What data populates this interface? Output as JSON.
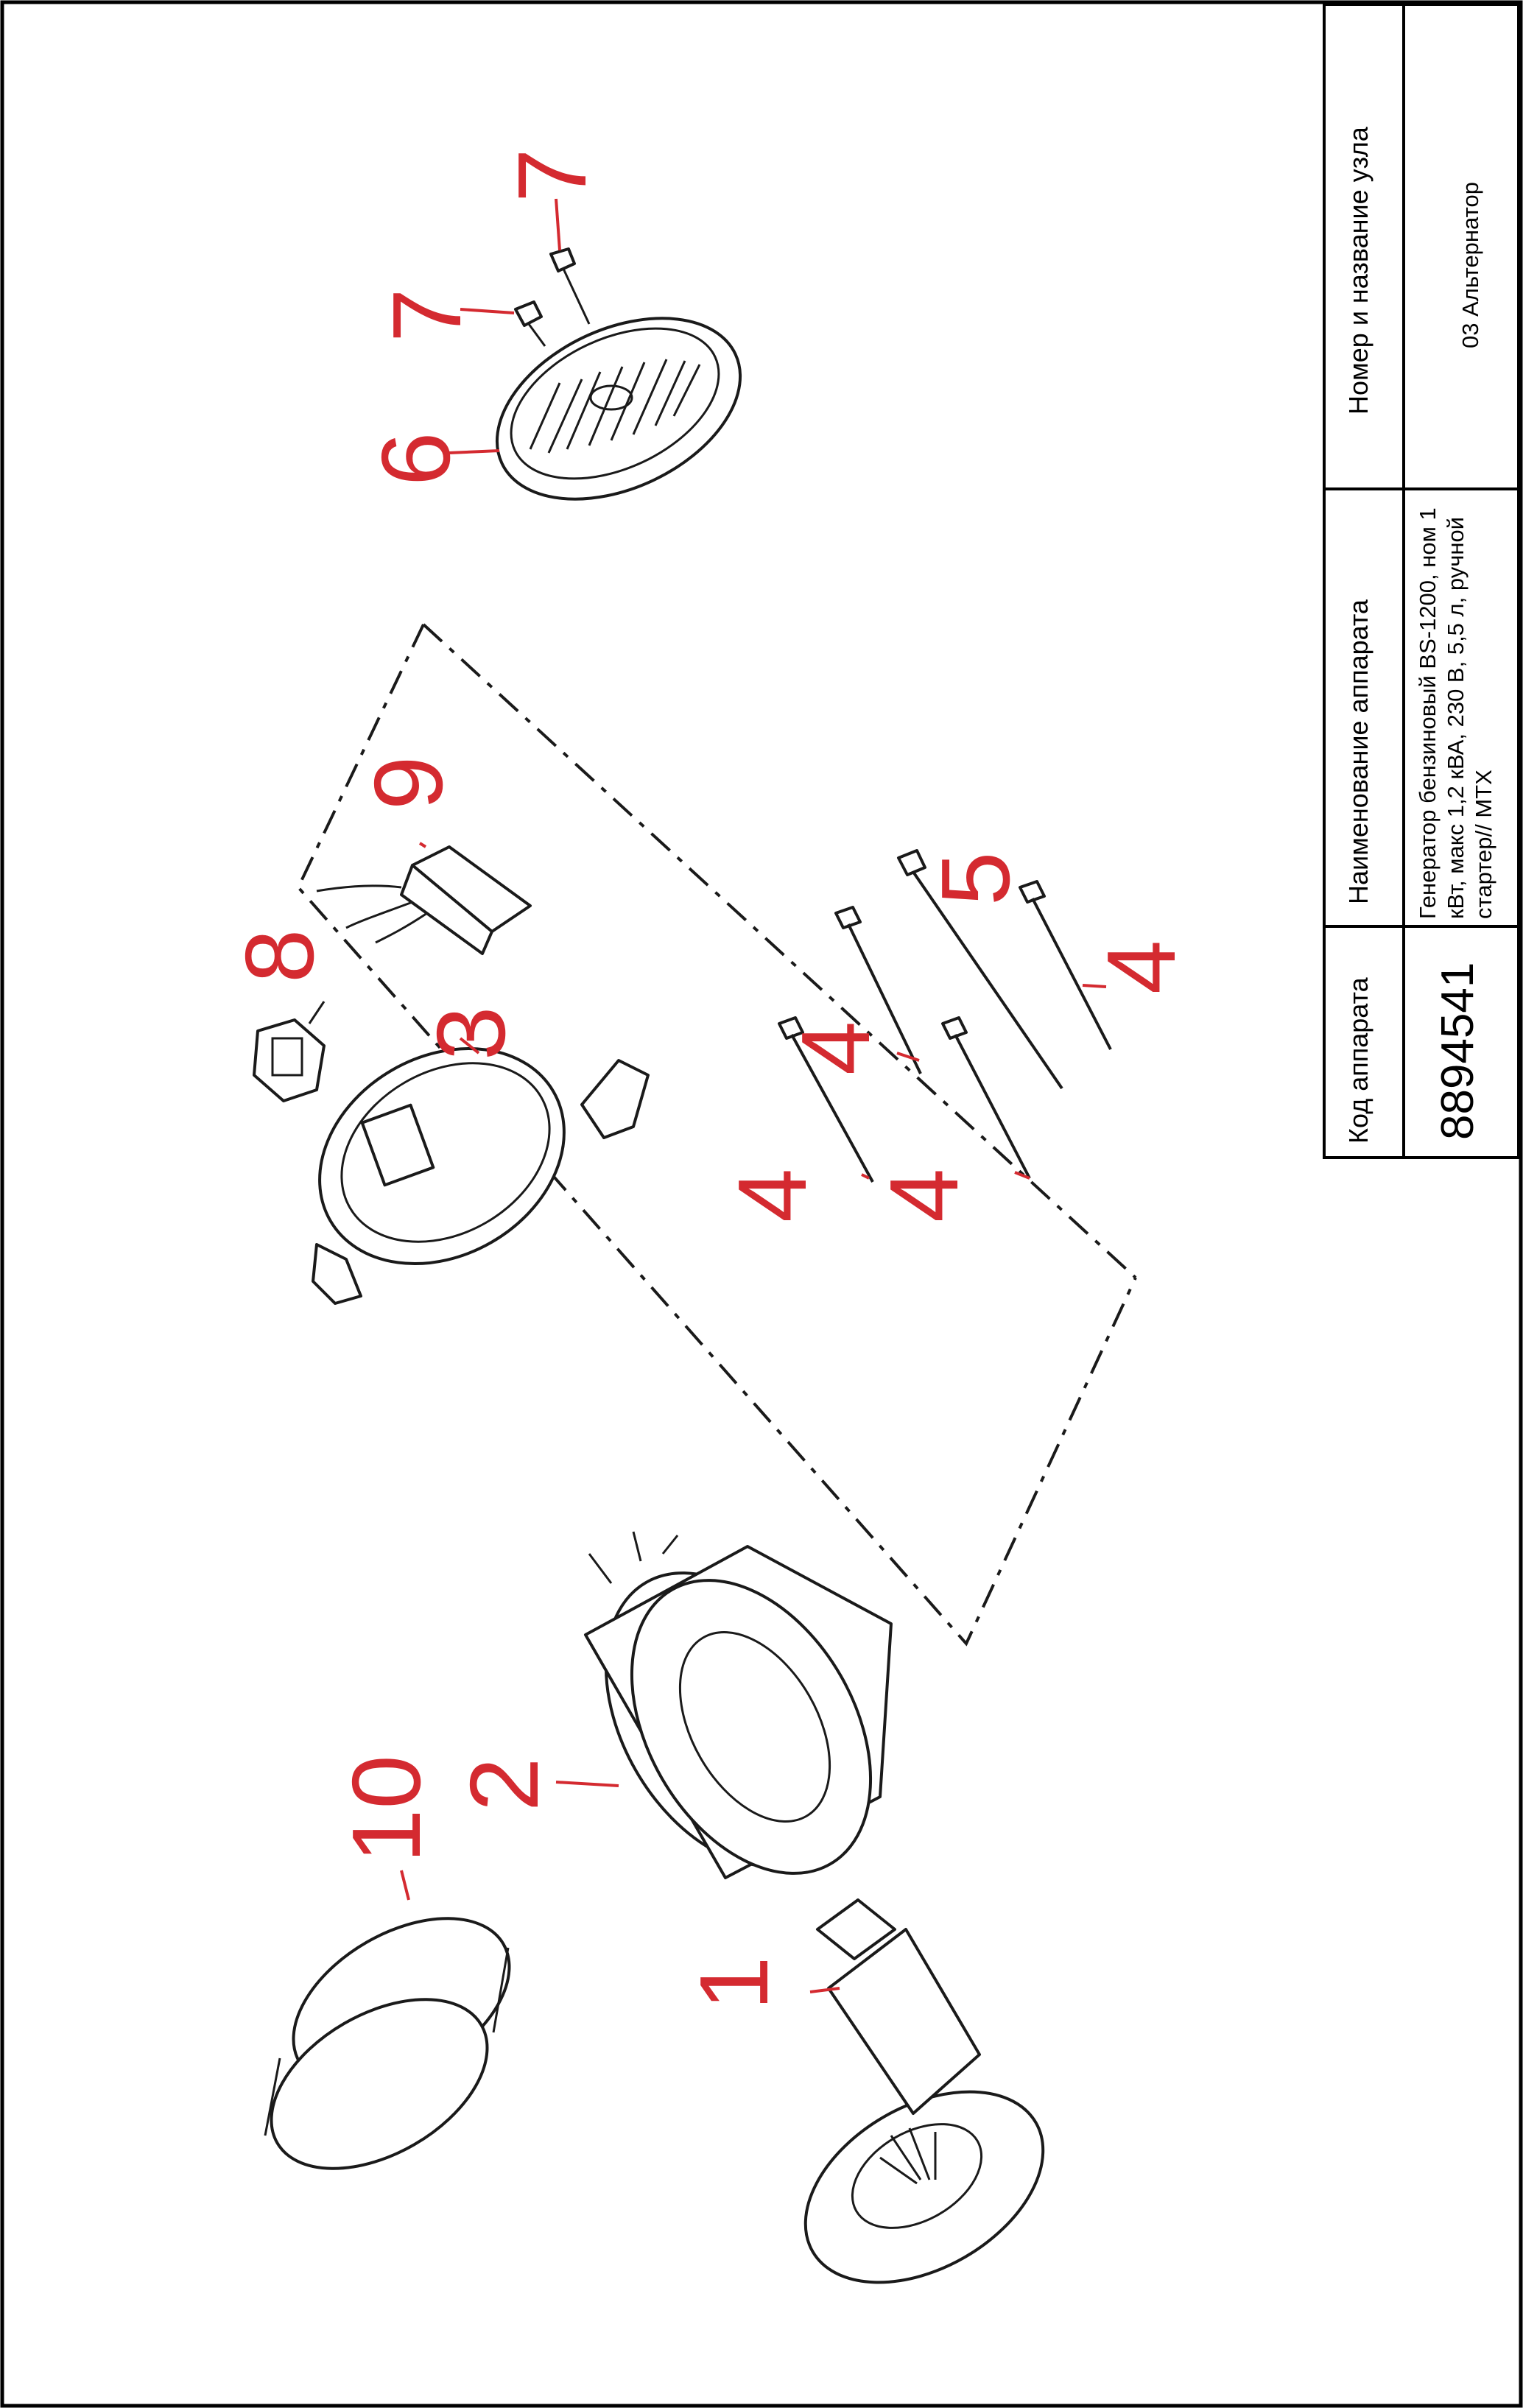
{
  "title_block": {
    "code_header": "Код аппарата",
    "name_header": "Наименование аппарата",
    "unit_header": "Номер и название узла",
    "code_value": "8894541",
    "name_value": "Генератор бензиновый BS-1200, ном 1 кВт, макс 1,2 кВА, 230 В, 5,5 л, ручной стартер// MTX",
    "unit_value": "03 Альтернатор"
  },
  "callouts": {
    "c1": "1",
    "c2": "2",
    "c3": "3",
    "c4a": "4",
    "c4b": "4",
    "c4c": "4",
    "c4d": "4",
    "c5": "5",
    "c6": "6",
    "c7a": "7",
    "c7b": "7",
    "c8": "8",
    "c9": "9",
    "c10": "10"
  },
  "colors": {
    "callout": "#d42a30",
    "line": "#1a1a1a",
    "frame": "#000000"
  }
}
